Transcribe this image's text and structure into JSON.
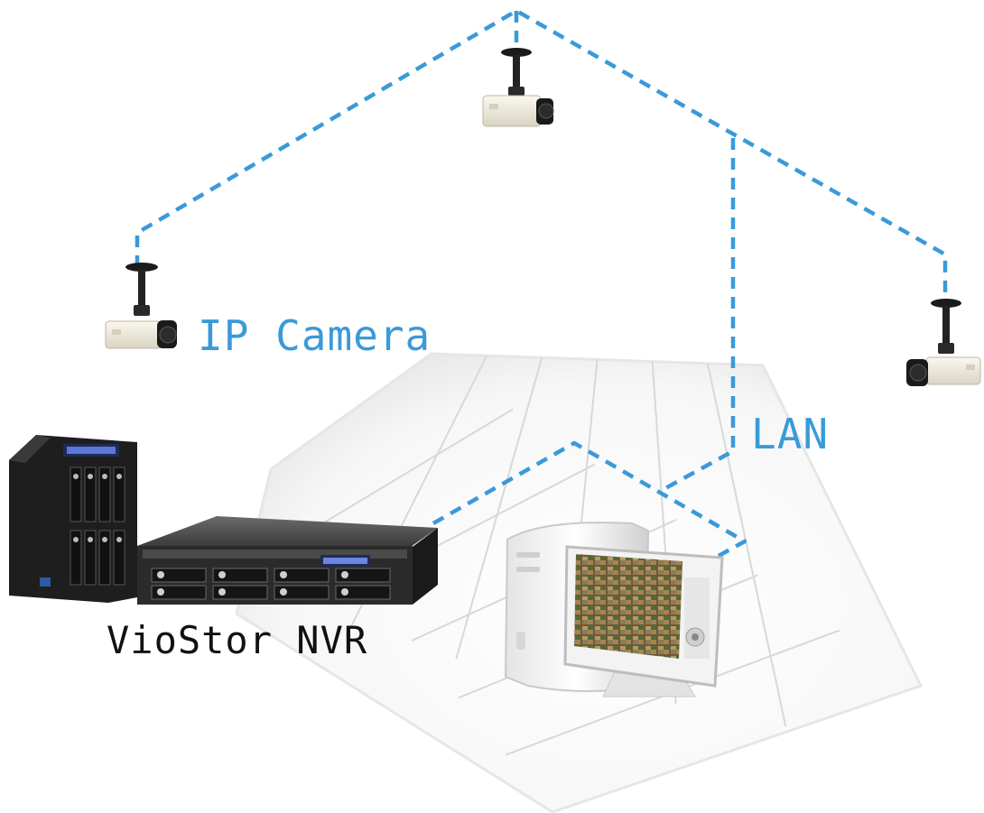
{
  "labels": {
    "ip_camera": "IP Camera",
    "lan": "LAN",
    "nvr": "VioStor NVR"
  },
  "colors": {
    "network_line": "#3a9ad9",
    "label_blue": "#3a9ad9",
    "label_dark": "#111111",
    "floor_line": "#d8d8d8"
  },
  "icons": [
    "ip-camera-icon",
    "nas-tower-icon",
    "rackmount-nvr-icon",
    "desktop-pc-icon",
    "monitor-icon"
  ]
}
